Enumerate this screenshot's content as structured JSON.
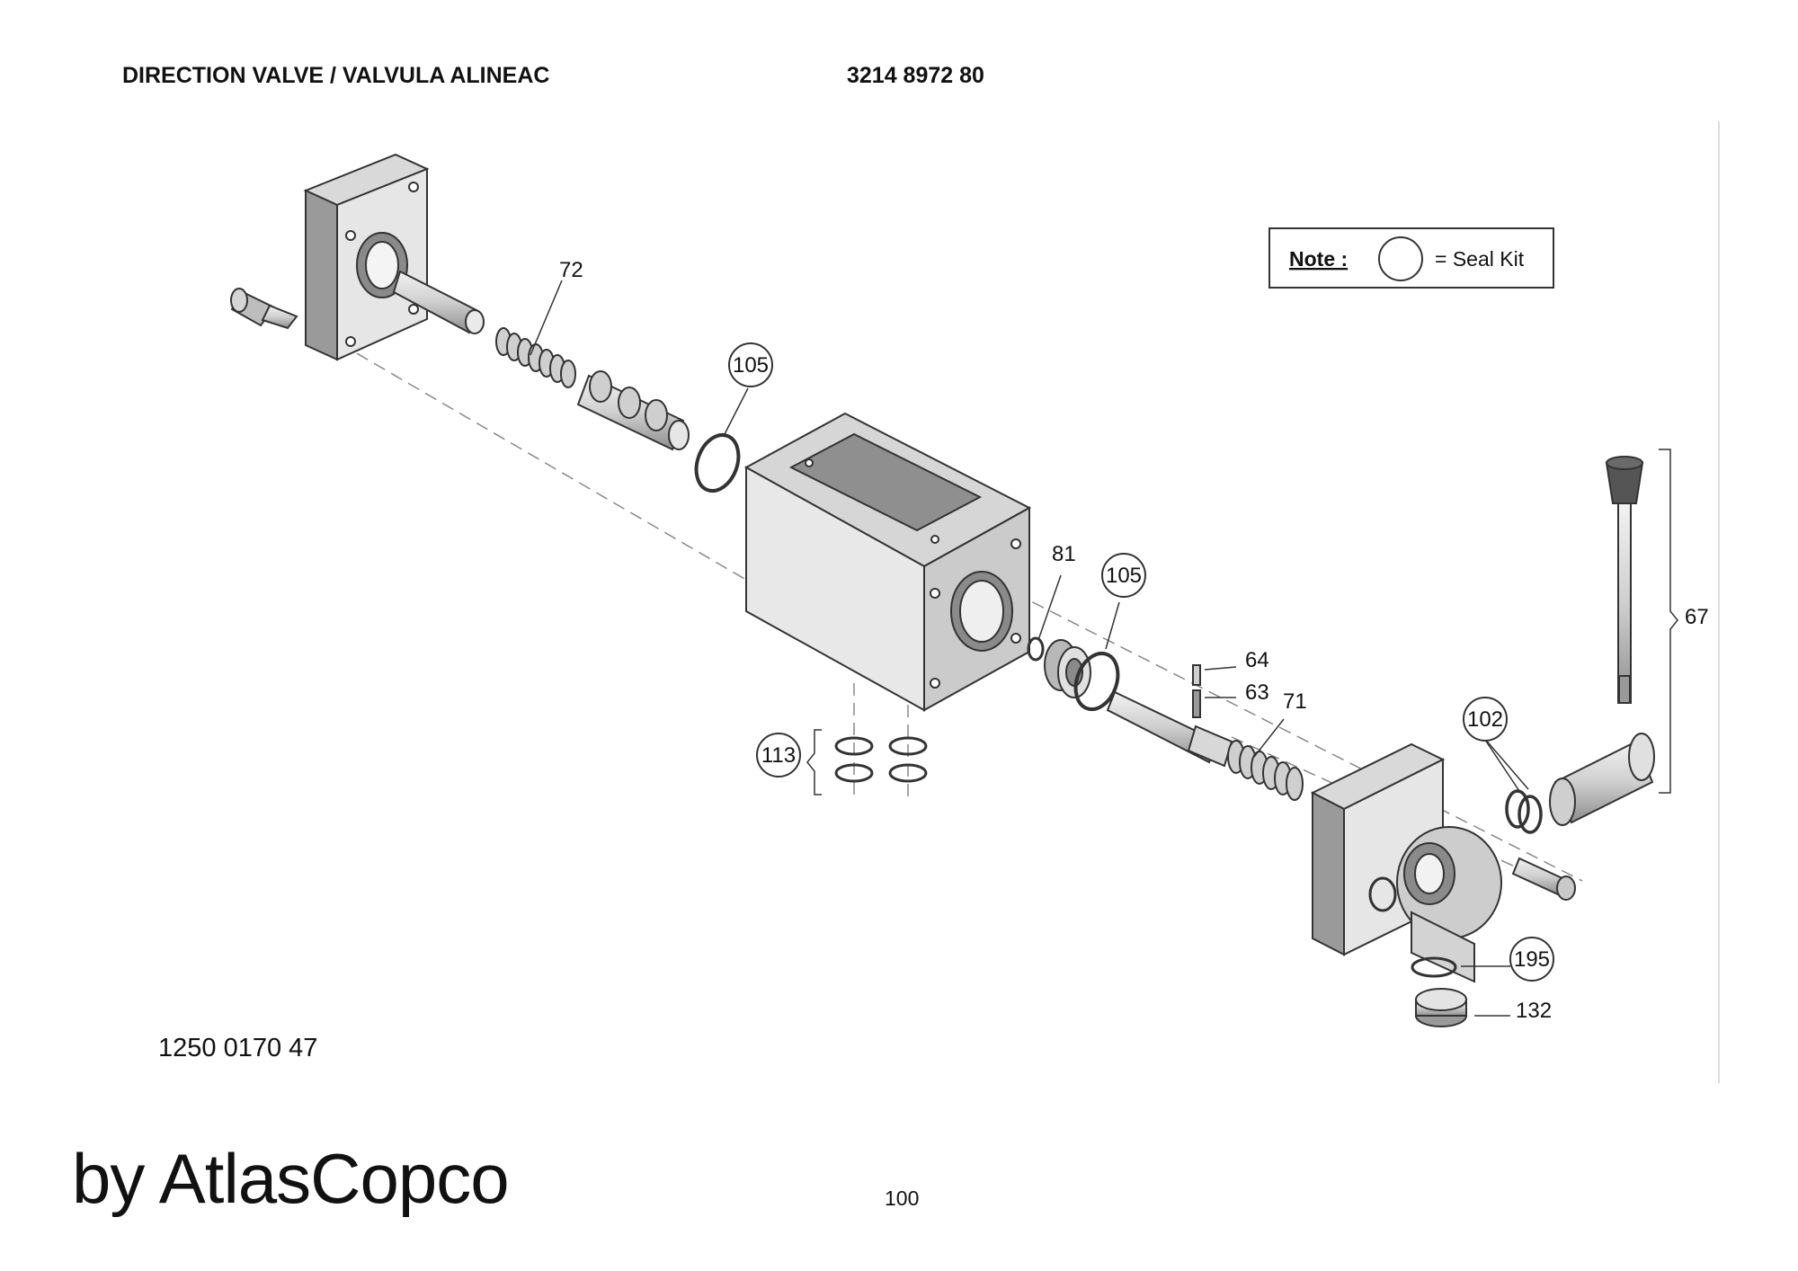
{
  "header": {
    "title": "DIRECTION VALVE / VALVULA ALINEAC",
    "part_number": "3214 8972 80"
  },
  "note": {
    "label": "Note :",
    "text": "= Seal Kit"
  },
  "part_labels": {
    "p72": "72",
    "p105a": "105",
    "p81": "81",
    "p105b": "105",
    "p64": "64",
    "p63": "63",
    "p71": "71",
    "p102": "102",
    "p67": "67",
    "p113": "113",
    "p195": "195",
    "p132": "132"
  },
  "drawing_code": "1250 0170 47",
  "brand": "by AtlasCopco",
  "page_number": "100",
  "colors": {
    "part_fill": "#e6e6e6",
    "part_dark": "#9a9a9a",
    "outline": "#333333"
  }
}
